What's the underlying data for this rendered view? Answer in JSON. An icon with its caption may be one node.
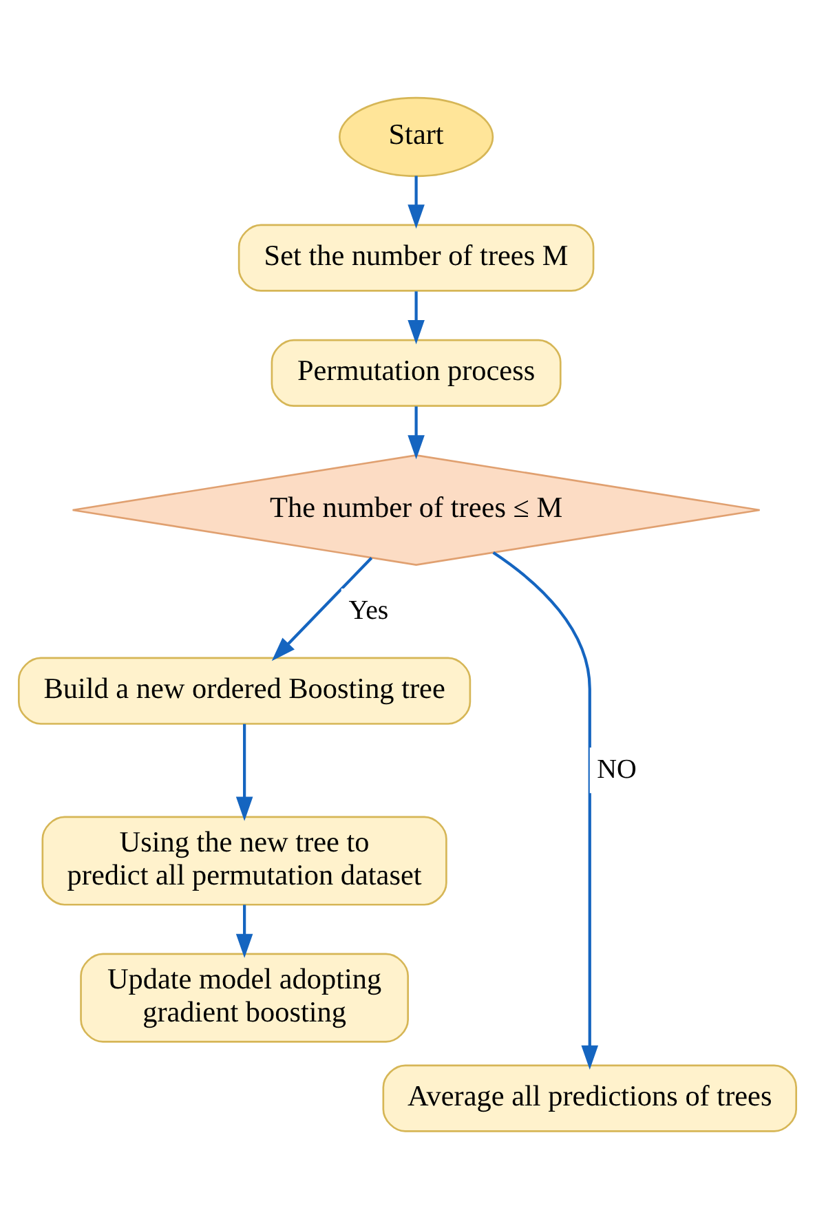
{
  "diagram": {
    "nodes": [
      {
        "text": [
          "Start"
        ]
      },
      {
        "text": [
          "Set the number of trees M"
        ]
      },
      {
        "text": [
          "Permutation process"
        ]
      },
      {
        "text": [
          "The number of trees ≤ M"
        ]
      },
      {
        "text": [
          "Build a new ordered Boosting tree"
        ]
      },
      {
        "text": [
          "Using the new tree to predict all permutation dataset"
        ]
      },
      {
        "text": [
          "Update model adopting gradient boosting"
        ]
      },
      {
        "text": [
          "Average all predictions of trees"
        ]
      }
    ],
    "edges": [
      {
        "from": 0,
        "to": 1,
        "arrow": "to"
      },
      {
        "from": 1,
        "to": 2,
        "arrow": "to"
      },
      {
        "from": 2,
        "to": 3,
        "arrow": "to"
      },
      {
        "from": 3,
        "to": 4,
        "arrow": "to",
        "label": "Yes"
      },
      {
        "from": 4,
        "to": 5,
        "arrow": "to"
      },
      {
        "from": 5,
        "to": 6,
        "arrow": "to"
      },
      {
        "from": 3,
        "to": 7,
        "arrow": "to",
        "label": "NO"
      }
    ]
  }
}
